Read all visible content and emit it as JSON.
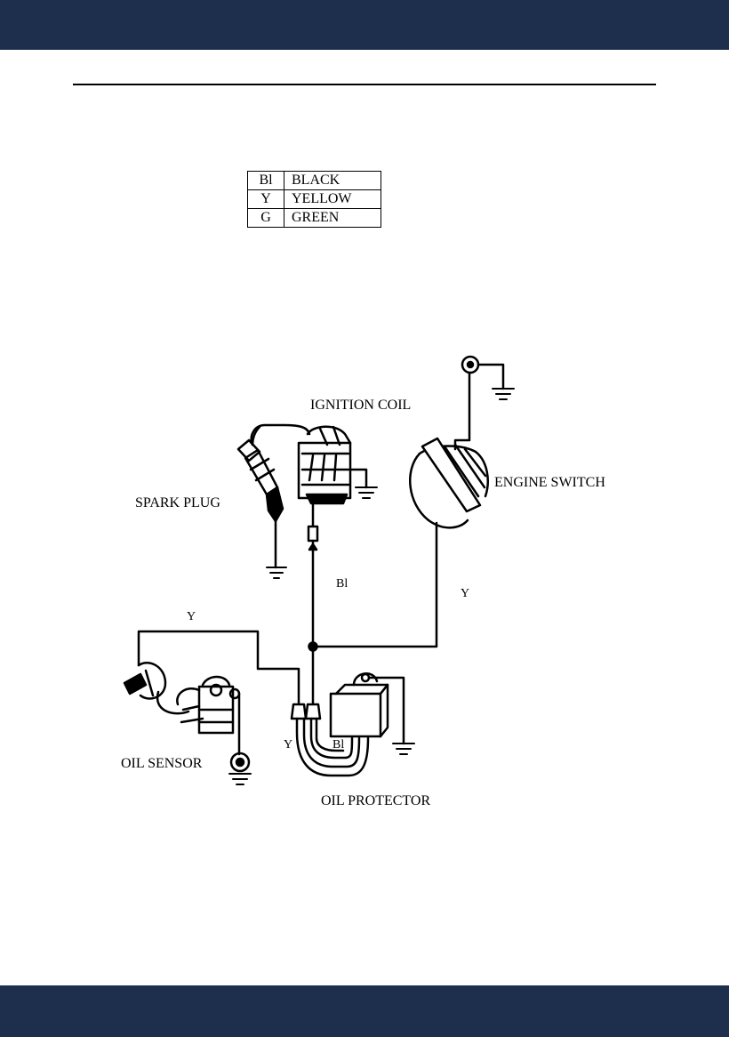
{
  "legend": {
    "rows": [
      {
        "code": "Bl",
        "name": "BLACK"
      },
      {
        "code": "Y",
        "name": "YELLOW"
      },
      {
        "code": "G",
        "name": "GREEN"
      }
    ]
  },
  "diagram": {
    "labels": {
      "ignition_coil": "IGNITION COIL",
      "spark_plug": "SPARK PLUG",
      "engine_switch": "ENGINE SWITCH",
      "oil_sensor": "OIL SENSOR",
      "oil_protector": "OIL PROTECTOR"
    },
    "wires": {
      "coil_wire": "Bl",
      "switch_wire": "Y",
      "sensor_wire": "Y",
      "protector_left": "Y",
      "protector_right": "Bl"
    }
  },
  "colors": {
    "band": "#1e2f4d",
    "ink": "#000000"
  }
}
